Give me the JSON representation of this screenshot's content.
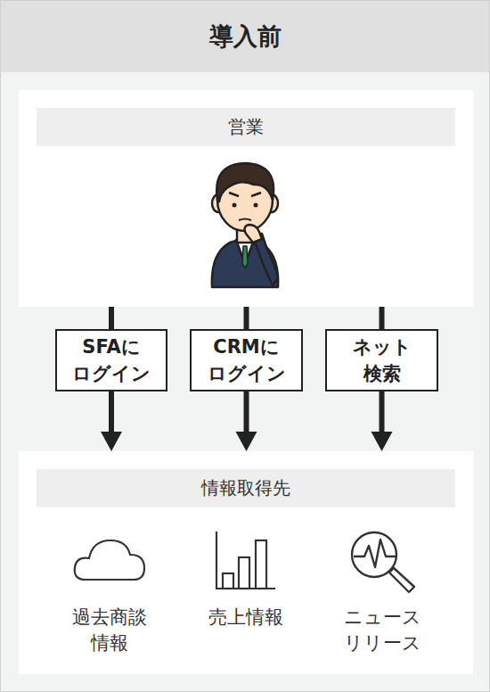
{
  "diagram": {
    "title": "導入前",
    "nodes": [
      {
        "text": [
          "営業"
        ]
      },
      {
        "text": [
          "SFAに ログイン"
        ]
      },
      {
        "text": [
          "CRMに ログイン"
        ]
      },
      {
        "text": [
          "ネット 検索"
        ]
      },
      {
        "text": [
          "情報取得先"
        ]
      }
    ],
    "edges": [
      {
        "from": 0,
        "to": 1,
        "arrow": "none"
      },
      {
        "from": 0,
        "to": 2,
        "arrow": "none"
      },
      {
        "from": 0,
        "to": 3,
        "arrow": "none"
      },
      {
        "from": 1,
        "to": 4,
        "arrow": "to"
      },
      {
        "from": 2,
        "to": 4,
        "arrow": "to"
      },
      {
        "from": 3,
        "to": 4,
        "arrow": "to"
      }
    ],
    "labels": [
      "過去商談 情報",
      "売上情報",
      "ニュース リリース"
    ]
  }
}
